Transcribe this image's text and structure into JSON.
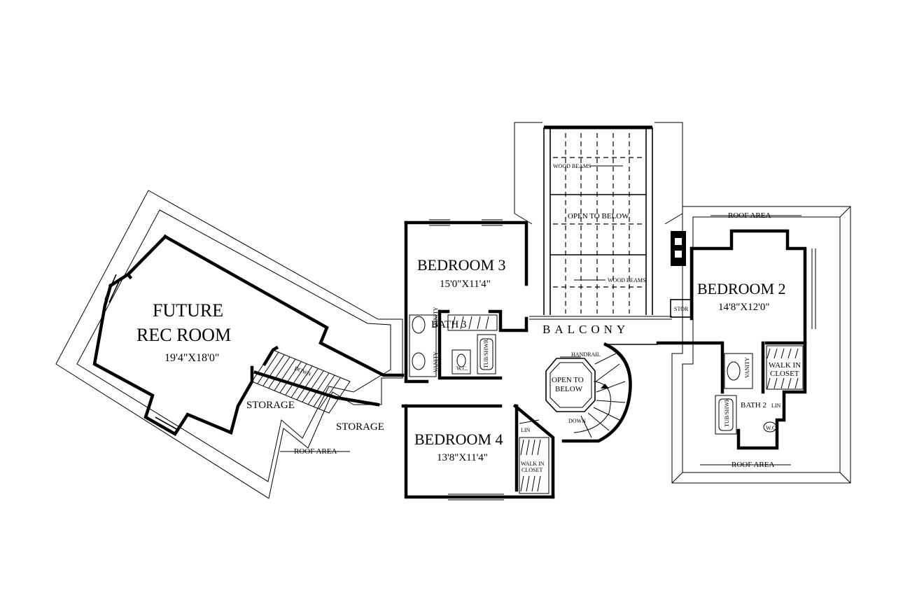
{
  "rooms": {
    "future_rec_room": {
      "line1": "FUTURE",
      "line2": "REC ROOM",
      "dims": "19'4\"X18'0\""
    },
    "bedroom3": {
      "name": "BEDROOM 3",
      "dims": "15'0\"X11'4\""
    },
    "bedroom2": {
      "name": "BEDROOM 2",
      "dims": "14'8\"X12'0\""
    },
    "bedroom4": {
      "name": "BEDROOM 4",
      "dims": "13'8\"X11'4\""
    },
    "bath3": "BATH 3",
    "bath2": "BATH 2",
    "balcony": "BALCONY",
    "open_to_below_top": "OPEN TO BELOW",
    "open_to_below_stair": {
      "line1": "OPEN TO",
      "line2": "BELOW"
    },
    "storage_left": "STORAGE",
    "storage_center": "STORAGE",
    "walk_in_closet_b2": {
      "line1": "WALK IN",
      "line2": "CLOSET"
    },
    "walk_in_closet_b4": {
      "line1": "WALK IN",
      "line2": "CLOSET"
    }
  },
  "labels": {
    "wood_beams_top": "WOOD BEAMS",
    "wood_beams_bottom": "WOOD BEAMS",
    "roof_area_top": "ROOF AREA",
    "roof_area_bottom": "ROOF AREA",
    "roof_area_left": "ROOF AREA",
    "handrail": "HANDRAIL",
    "down_main": "DOWN",
    "down_rec": "DOWN",
    "stor": "STOR",
    "lin_b2": "LIN",
    "lin_b4": "LIN",
    "vanity_b3_top": "VANITY",
    "vanity_b3_bottom": "VANITY",
    "vanity_b2": "VANITY",
    "tub_b3": "TUB/SHWR",
    "tub_b2": "TUB/SHWR",
    "wc_b3": "W.C.",
    "wc_b2": "W.C."
  }
}
